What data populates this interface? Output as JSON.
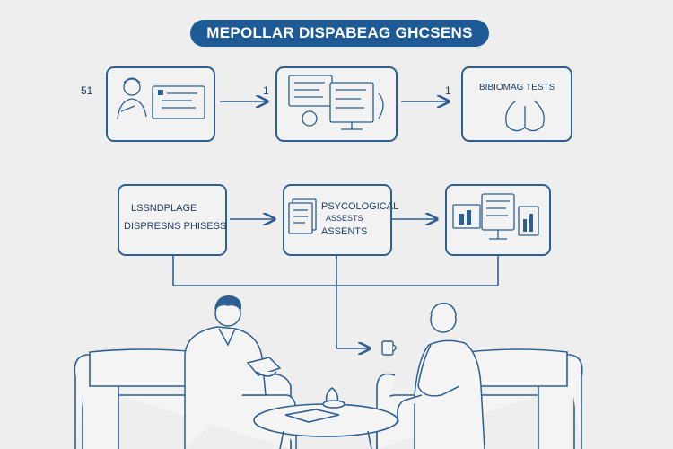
{
  "title": "MEPOLLAR DISPABEAG GHCSENS",
  "row1": {
    "marker_left": "51",
    "arrow1_label": "1",
    "arrow2_label": "1",
    "box3_label": "BIBIOMAG TESTS"
  },
  "row2": {
    "box1_line1": "LSSNDPLAGE",
    "box1_line2": "DISPRESNS PHISESS",
    "box2_line1": "PSYCOLOGICAL",
    "box2_line2": "ASSESTS",
    "box2_line3": "ASSENTS"
  },
  "colors": {
    "accent": "#1d5a96",
    "line": "#2d5f93",
    "background": "#eeeeee"
  }
}
